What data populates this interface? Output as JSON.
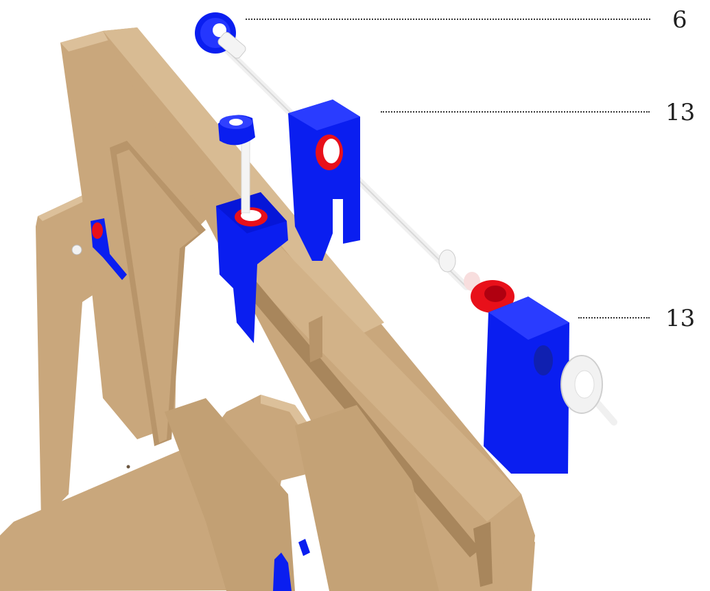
{
  "callouts": [
    {
      "id": "c1",
      "label": "6"
    },
    {
      "id": "c2",
      "label": "13"
    },
    {
      "id": "c3",
      "label": "13"
    }
  ],
  "colors": {
    "wood": "#c9a77c",
    "wood_dark": "#a8865c",
    "wood_light": "#dcc09a",
    "bracket_blue": "#0a1ef0",
    "washer_red": "#e8101a",
    "shaft_white": "#f4f4f4",
    "leader": "#333333"
  }
}
